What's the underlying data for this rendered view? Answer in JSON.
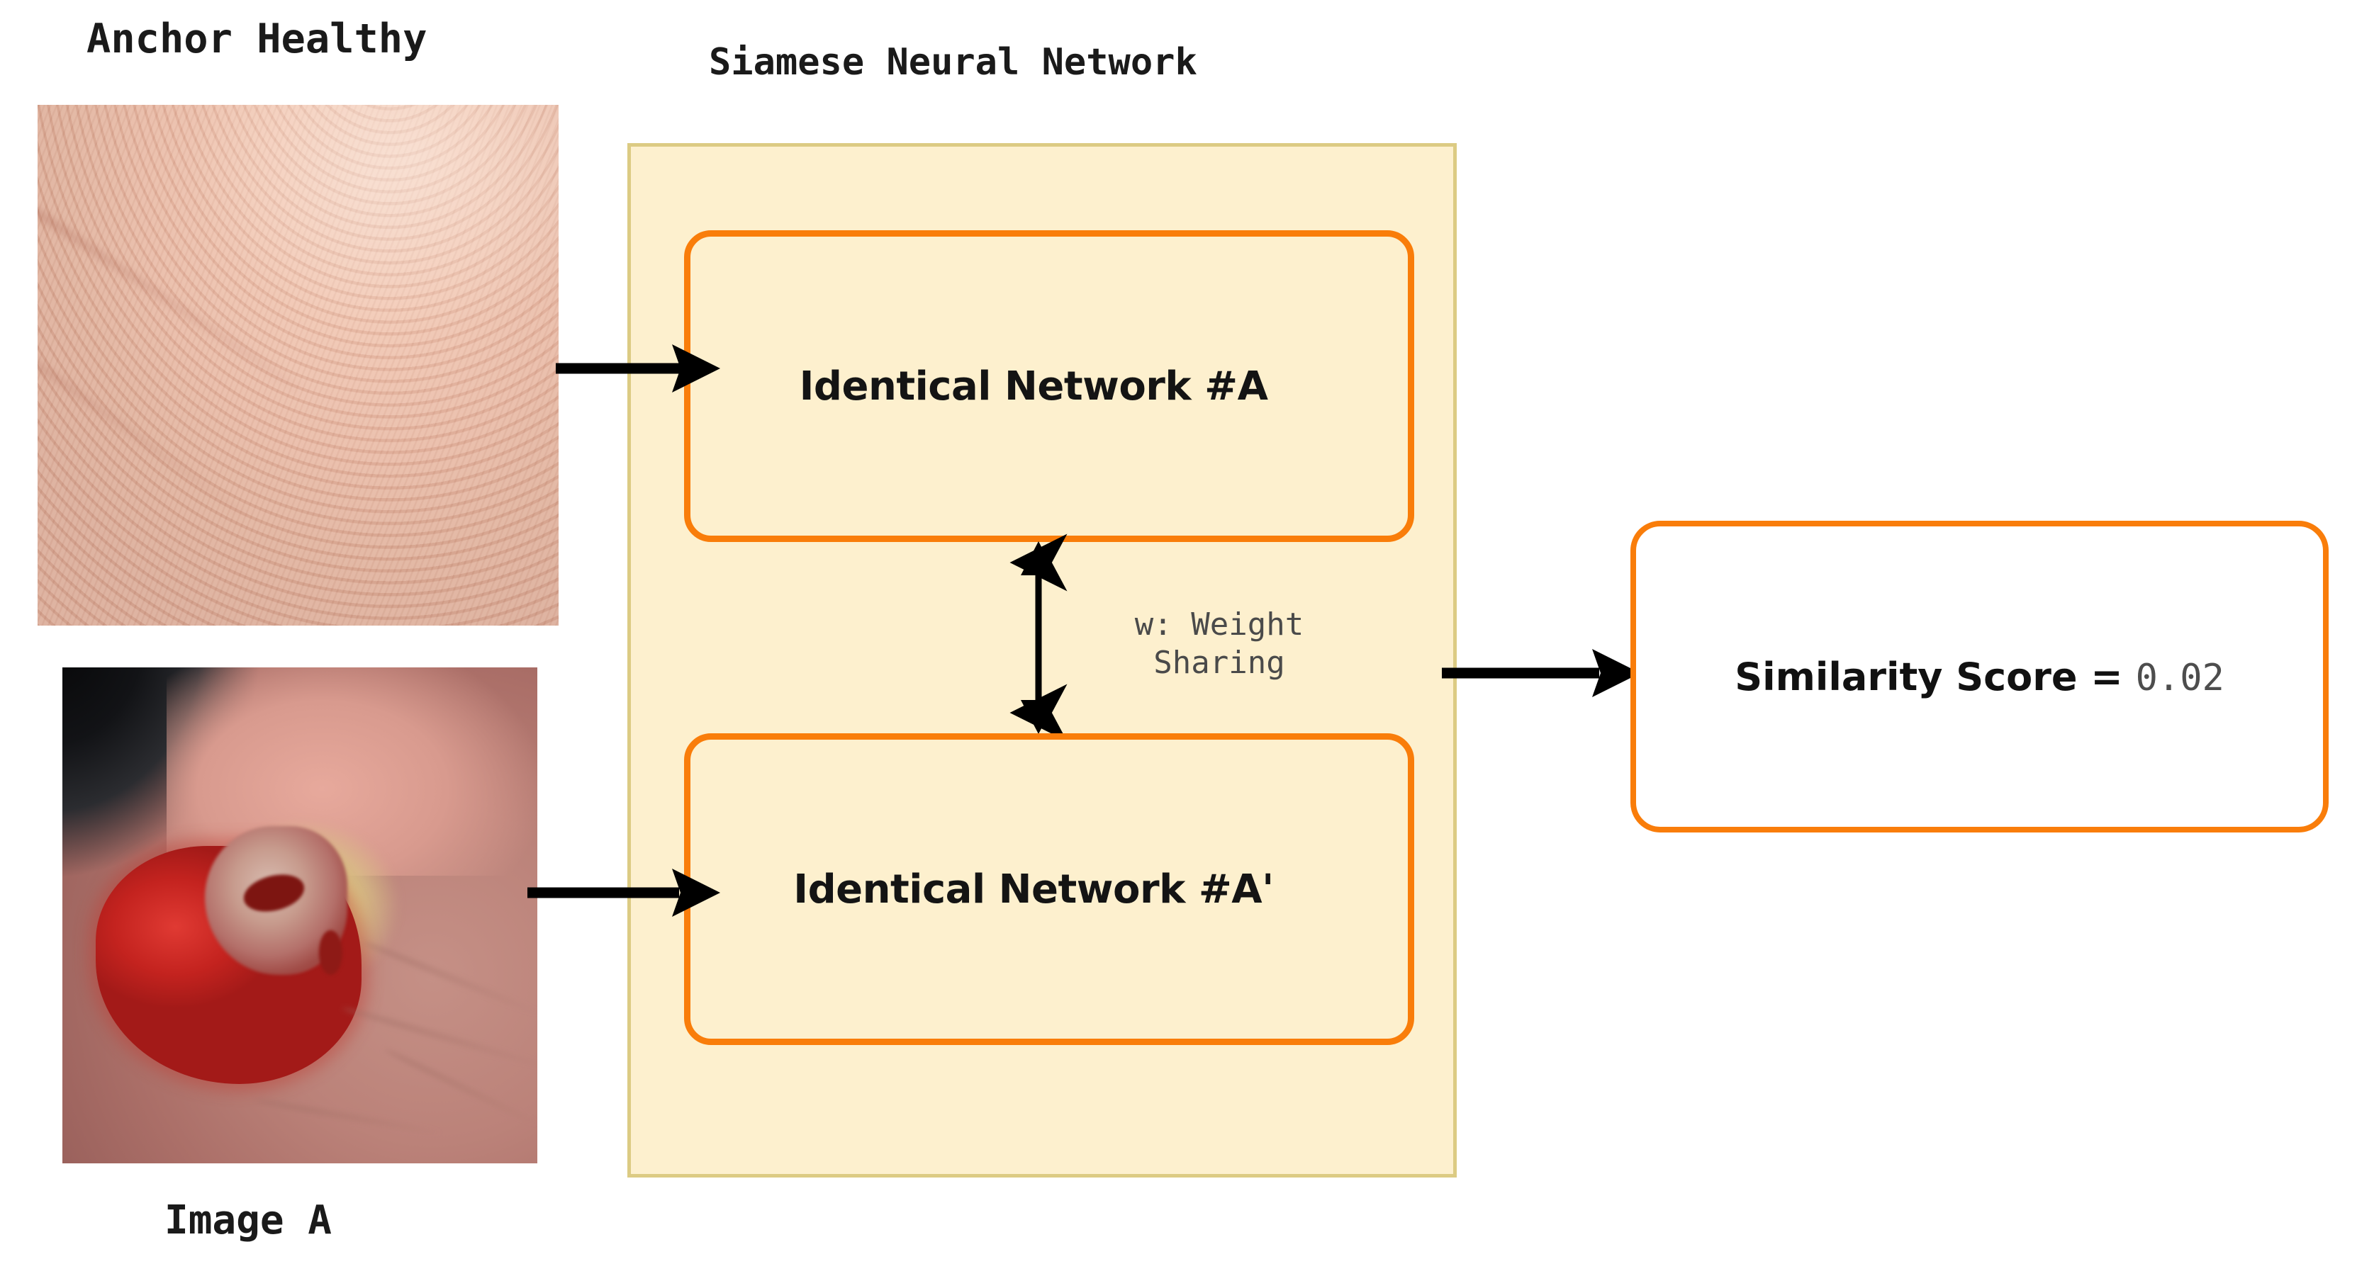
{
  "diagram": {
    "title": "Siamese Neural Network",
    "captions": {
      "anchor": "Anchor Healthy",
      "image_a": "Image A"
    },
    "network_boxes": [
      {
        "label": "Identical Network #A"
      },
      {
        "label": "Identical Network #A'"
      }
    ],
    "weight_sharing": {
      "label": "w: Weight\nSharing",
      "arrow_icon": "double-headed-vertical-arrow"
    },
    "output": {
      "label": "Similarity Score =",
      "value": "0.02"
    },
    "arrows": [
      {
        "name": "anchor-to-network-a",
        "icon": "arrow-right-icon"
      },
      {
        "name": "image-a-to-network-a-prime",
        "icon": "arrow-right-icon"
      },
      {
        "name": "network-to-similarity",
        "icon": "arrow-right-icon"
      }
    ],
    "images": [
      {
        "name": "healthy-skin-photo",
        "alt": "Healthy skin close-up"
      },
      {
        "name": "wound-photo",
        "alt": "Open wound on skin"
      }
    ],
    "colors": {
      "accent_orange": "#f97d0a",
      "container_fill": "#fdf0ce",
      "container_border": "#dccb83",
      "output_fill": "#ffffff",
      "text_dark": "#141414",
      "text_muted": "#4a4a4a",
      "background": "#ffffff"
    }
  }
}
